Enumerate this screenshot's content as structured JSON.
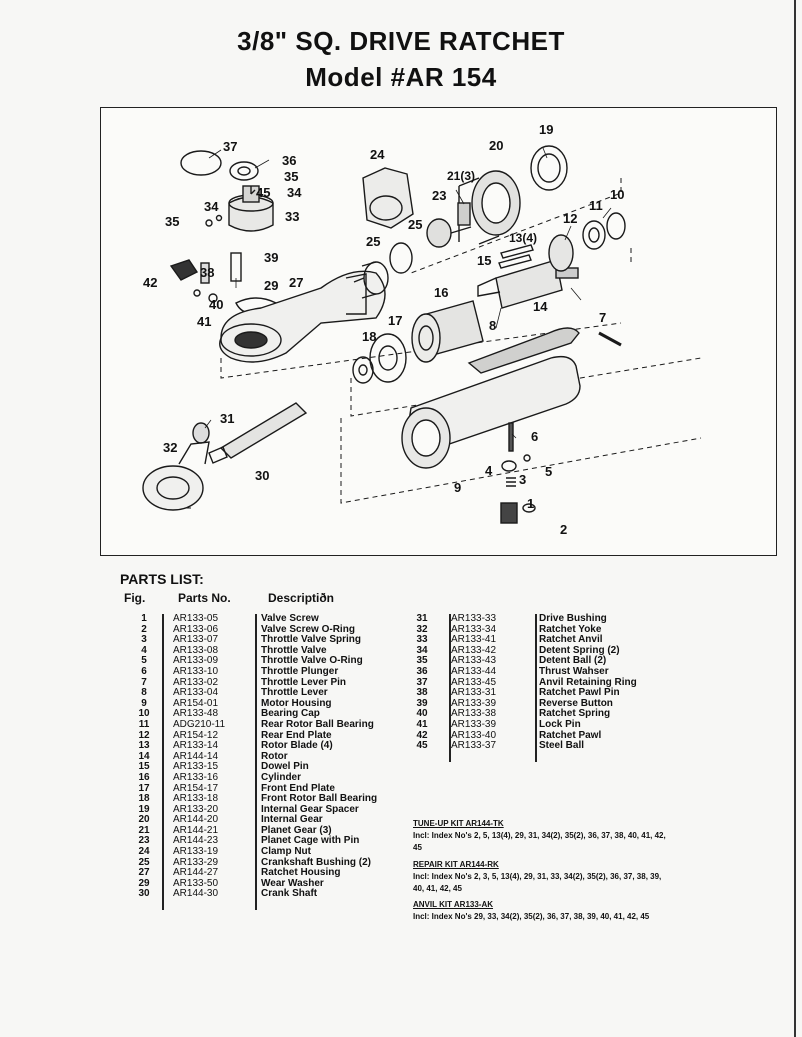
{
  "title": {
    "line1": "3/8\" SQ. DRIVE RATCHET",
    "line2": "Model  #AR 154"
  },
  "diagram": {
    "labels": [
      "37",
      "36",
      "35",
      "45",
      "34",
      "34",
      "35",
      "33",
      "42",
      "38",
      "39",
      "40",
      "29",
      "27",
      "41",
      "24",
      "25",
      "21(3)",
      "23",
      "25",
      "20",
      "19",
      "11",
      "10",
      "12",
      "13(4)",
      "15",
      "16",
      "14",
      "17",
      "18",
      "8",
      "7",
      "31",
      "32",
      "30",
      "6",
      "4",
      "3",
      "5",
      "9",
      "1",
      "2"
    ]
  },
  "parts_list": {
    "title": "PARTS LIST:",
    "headers": {
      "fig": "Fig.",
      "part_no": "Parts No.",
      "description": "Descriptiðn"
    },
    "left_rows": [
      {
        "fig": "1",
        "no": "AR133-05",
        "desc": "Valve Screw"
      },
      {
        "fig": "2",
        "no": "AR133-06",
        "desc": "Valve Screw O-Ring"
      },
      {
        "fig": "3",
        "no": "AR133-07",
        "desc": "Throttle Valve Spring"
      },
      {
        "fig": "4",
        "no": "AR133-08",
        "desc": "Throttle Valve"
      },
      {
        "fig": "5",
        "no": "AR133-09",
        "desc": "Throttle Valve O-Ring"
      },
      {
        "fig": "6",
        "no": "AR133-10",
        "desc": "Throttle Plunger"
      },
      {
        "fig": "7",
        "no": "AR133-02",
        "desc": "Throttle Lever Pin"
      },
      {
        "fig": "8",
        "no": "AR133-04",
        "desc": "Throttle Lever"
      },
      {
        "fig": "9",
        "no": "AR154-01",
        "desc": "Motor Housing"
      },
      {
        "fig": "10",
        "no": "AR133-48",
        "desc": "Bearing Cap"
      },
      {
        "fig": "11",
        "no": "ADG210-11",
        "desc": "Rear Rotor Ball Bearing"
      },
      {
        "fig": "12",
        "no": "AR154-12",
        "desc": "Rear End Plate"
      },
      {
        "fig": "13",
        "no": "AR133-14",
        "desc": "Rotor Blade (4)"
      },
      {
        "fig": "14",
        "no": "AR144-14",
        "desc": "Rotor"
      },
      {
        "fig": "15",
        "no": "AR133-15",
        "desc": "Dowel Pin"
      },
      {
        "fig": "16",
        "no": "AR133-16",
        "desc": "Cylinder"
      },
      {
        "fig": "17",
        "no": "AR154-17",
        "desc": "Front End Plate"
      },
      {
        "fig": "18",
        "no": "AR133-18",
        "desc": "Front Rotor Ball Bearing"
      },
      {
        "fig": "19",
        "no": "AR133-20",
        "desc": "Internal Gear Spacer"
      },
      {
        "fig": "20",
        "no": "AR144-20",
        "desc": "Internal Gear"
      },
      {
        "fig": "21",
        "no": "AR144-21",
        "desc": "Planet Gear (3)"
      },
      {
        "fig": "23",
        "no": "AR144-23",
        "desc": "Planet Cage with Pin"
      },
      {
        "fig": "24",
        "no": "AR133-19",
        "desc": "Clamp Nut"
      },
      {
        "fig": "25",
        "no": "AR133-29",
        "desc": "Crankshaft Bushing (2)"
      },
      {
        "fig": "27",
        "no": "AR144-27",
        "desc": "Ratchet Housing"
      },
      {
        "fig": "29",
        "no": "AR133-50",
        "desc": "Wear Washer"
      },
      {
        "fig": "30",
        "no": "AR144-30",
        "desc": "Crank Shaft"
      }
    ],
    "right_rows": [
      {
        "fig": "31",
        "no": "AR133-33",
        "desc": "Drive Bushing"
      },
      {
        "fig": "32",
        "no": "AR133-34",
        "desc": "Ratchet Yoke"
      },
      {
        "fig": "33",
        "no": "AR133-41",
        "desc": "Ratchet Anvil"
      },
      {
        "fig": "34",
        "no": "AR133-42",
        "desc": "Detent Spring (2)"
      },
      {
        "fig": "35",
        "no": "AR133-43",
        "desc": "Detent Ball (2)"
      },
      {
        "fig": "36",
        "no": "AR133-44",
        "desc": "Thrust Wahser"
      },
      {
        "fig": "37",
        "no": "AR133-45",
        "desc": "Anvil Retaining Ring"
      },
      {
        "fig": "38",
        "no": "AR133-31",
        "desc": "Ratchet Pawl Pin"
      },
      {
        "fig": "39",
        "no": "AR133-39",
        "desc": "Reverse Button"
      },
      {
        "fig": "40",
        "no": "AR133-38",
        "desc": "Ratchet Spring"
      },
      {
        "fig": "41",
        "no": "AR133-39",
        "desc": "Lock Pin"
      },
      {
        "fig": "42",
        "no": "AR133-40",
        "desc": "Ratchet Pawl"
      },
      {
        "fig": "45",
        "no": "AR133-37",
        "desc": "Steel Ball"
      }
    ]
  },
  "kits": [
    {
      "title": "TUNE-UP KIT AR144-TK",
      "includes": "Incl: Index No's 2, 5, 13(4), 29, 31, 34(2), 35(2), 36, 37, 38, 40, 41, 42, 45"
    },
    {
      "title": "REPAIR KIT AR144-RK",
      "includes": "Incl: Index No's 2, 3, 5, 13(4), 29, 31, 33, 34(2), 35(2), 36, 37, 38, 39, 40, 41, 42, 45"
    },
    {
      "title": "ANVIL KIT AR133-AK",
      "includes": "Incl: Index No's 29, 33, 34(2), 35(2), 36, 37, 38, 39, 40, 41, 42, 45"
    }
  ]
}
